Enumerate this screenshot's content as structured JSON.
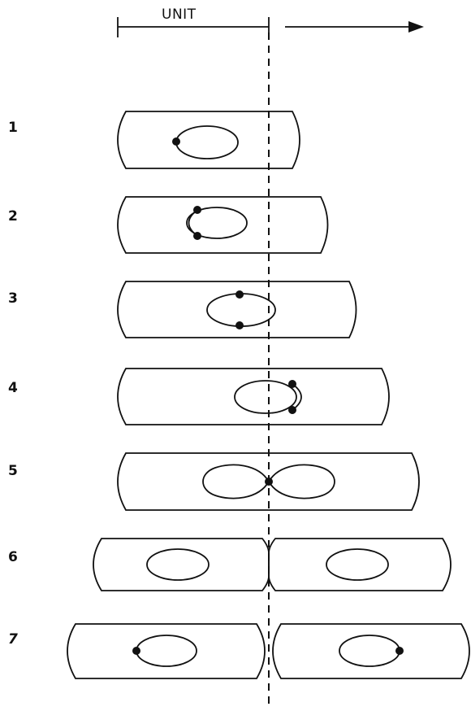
{
  "header": {
    "unit_label": "UNIT"
  },
  "rows": [
    {
      "label": "1"
    },
    {
      "label": "2"
    },
    {
      "label": "3"
    },
    {
      "label": "4"
    },
    {
      "label": "5"
    },
    {
      "label": "6"
    },
    {
      "label": "7"
    }
  ],
  "colors": {
    "ink": "#111111",
    "background": "#ffffff"
  }
}
